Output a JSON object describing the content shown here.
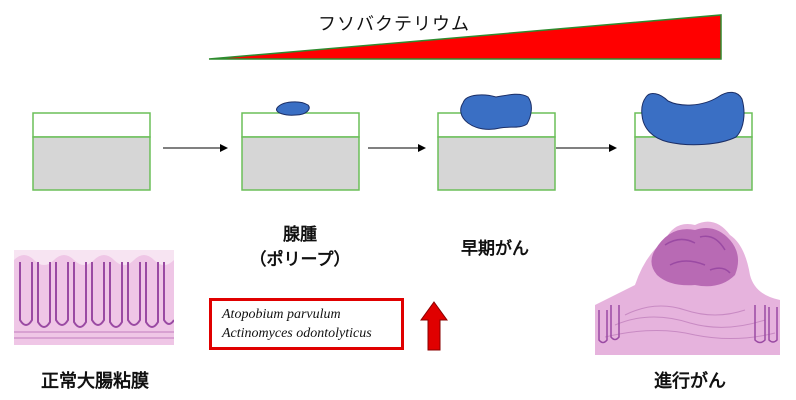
{
  "fuso": {
    "title": "フソバクテリウム"
  },
  "stages": {
    "adenoma_line1": "腺腫",
    "adenoma_line2": "（ポリープ）",
    "early_cancer": "早期がん",
    "normal_mucosa": "正常大腸粘膜",
    "advanced_cancer": "進行がん"
  },
  "bacteria": {
    "species": [
      "Atopobium parvulum",
      "Actinomyces odontolyticus"
    ]
  },
  "colors": {
    "wedge": "#ff0000",
    "wedge_outline": "#2e8b2e",
    "tumor": "#3a6fc4",
    "box_top_border": "#6bbf59",
    "box_bottom": "#d6d6d6",
    "bacteria_border": "#e00000",
    "up_arrow": "#e00000",
    "tissue_pink": "#e6b3dd",
    "tissue_purple": "#9a4aa3"
  }
}
